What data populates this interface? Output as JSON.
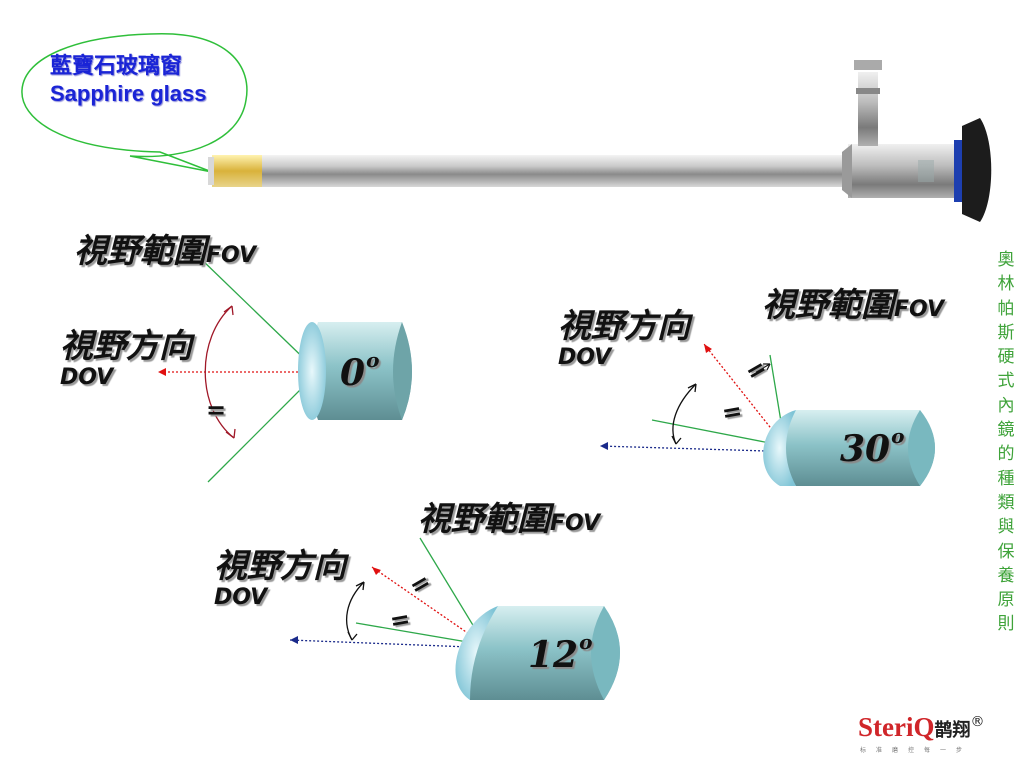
{
  "callout": {
    "line1": "藍寶石玻璃窗",
    "line2": "Sapphire glass"
  },
  "diagram_0": {
    "fov_label": "視野範圍",
    "fov_abbr": "FOV",
    "dov_label": "視野方向",
    "dov_abbr": "DOV",
    "angle": "0",
    "angle_unit": "o"
  },
  "diagram_30": {
    "fov_label": "視野範圍",
    "fov_abbr": "FOV",
    "dov_label": "視野方向",
    "dov_abbr": "DOV",
    "angle": "30",
    "angle_unit": "o"
  },
  "diagram_12": {
    "fov_label": "視野範圍",
    "fov_abbr": "FOV",
    "dov_label": "視野方向",
    "dov_abbr": "DOV",
    "angle": "12",
    "angle_unit": "o"
  },
  "equal_mark": "=",
  "side_title": [
    "奧",
    "林",
    "帕",
    "斯",
    "硬",
    "式",
    "內",
    "鏡",
    "的",
    "種",
    "類",
    "與",
    "保",
    "養",
    "原",
    "則"
  ],
  "logo": {
    "brand": "SteriQ",
    "chinese": "鹊翔",
    "registered": "®",
    "tagline": "标准磨控每一步"
  },
  "colors": {
    "fov_line": "#2ea84a",
    "dov_red": "#e01010",
    "dov_blue": "#1a2a8a",
    "cylinder": "#8ec8cc",
    "callout_text": "#1a24d6",
    "side_title": "#3fa33a",
    "brand_red": "#d0262a"
  }
}
